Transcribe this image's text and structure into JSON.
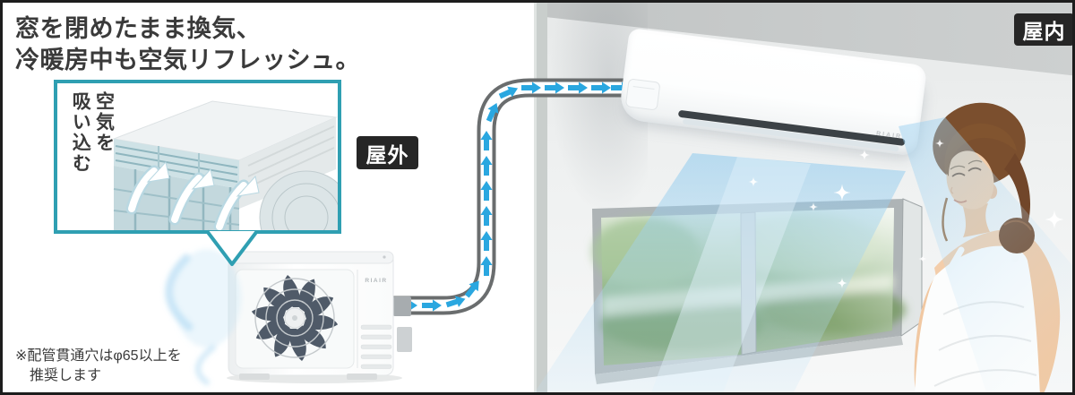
{
  "title": {
    "line1": "窓を閉めたまま換気、",
    "line2": "冷暖房中も空気リフレッシュ。"
  },
  "badges": {
    "outdoor": "屋外",
    "indoor": "屋内"
  },
  "callout": {
    "caption_right_column": "空気を",
    "caption_left_column": "吸い込む"
  },
  "units": {
    "outdoor_brand": "RIAIR",
    "indoor_brand": "RIAIR"
  },
  "footnote": {
    "line1": "※配管貫通穴はφ65以上を",
    "line2": "推奨します"
  },
  "icons": {
    "sparkle": "✦",
    "flow_arrow": "→",
    "intake_arrow": "⤴"
  },
  "colors": {
    "accent_teal": "#2f9fb2",
    "flow_blue": "#2aa7e0",
    "badge_bg": "#262626",
    "text_dark": "#3a3a3a",
    "pipe_gray": "#6a6d6e"
  }
}
